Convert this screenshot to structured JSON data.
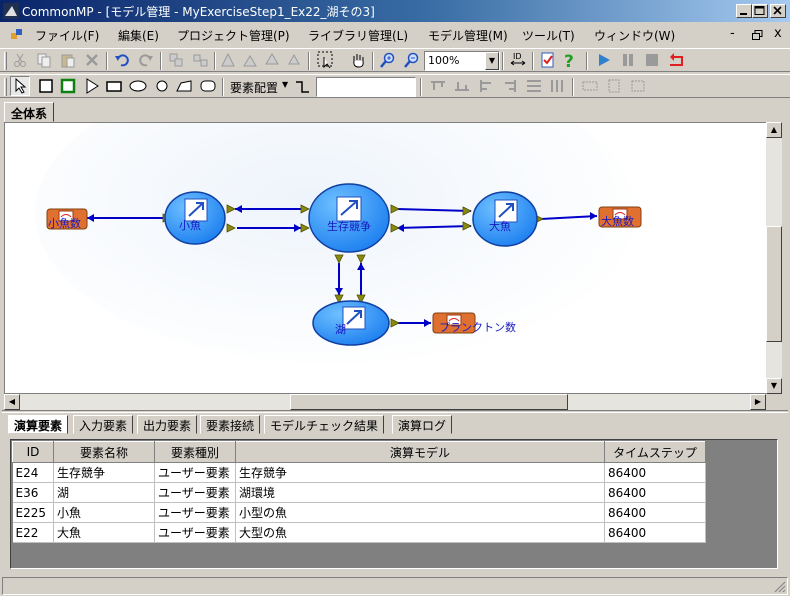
{
  "window": {
    "title": "CommonMP - [モデル管理 - MyExerciseStep1_Ex22_湖その3]",
    "controls": [
      "minimize-icon",
      "maximize-icon",
      "close-icon"
    ]
  },
  "menubar": {
    "items": [
      "ファイル(F)",
      "編集(E)",
      "プロジェクト管理(P)",
      "ライブラリ管理(L)",
      "モデル管理(M)",
      "ツール(T)",
      "ウィンドウ(W)"
    ],
    "mdi_controls": [
      "-",
      "restore-icon",
      "x"
    ]
  },
  "toolbar": {
    "zoom_value": "100%",
    "layout_label": "要素配置",
    "layout_value": ""
  },
  "canvas": {
    "tab_label": "全体系",
    "nodes": [
      {
        "id": "competition",
        "label": "生存競争"
      },
      {
        "id": "small-fish",
        "label": "小魚"
      },
      {
        "id": "big-fish",
        "label": "大魚"
      },
      {
        "id": "lake",
        "label": "湖"
      }
    ],
    "outputs": [
      {
        "id": "small-fish-count",
        "label": "小魚数"
      },
      {
        "id": "big-fish-count",
        "label": "大魚数"
      },
      {
        "id": "plankton-count",
        "label": "プランクトン数"
      }
    ]
  },
  "bottom_tabs": [
    "演算要素",
    "入力要素",
    "出力要素",
    "要素接続",
    "モデルチェック結果",
    "演算ログ"
  ],
  "active_bottom_tab": "演算要素",
  "table": {
    "headers": [
      "ID",
      "要素名称",
      "要素種別",
      "演算モデル",
      "タイムステップ"
    ],
    "rows": [
      [
        "E24",
        "生存競争",
        "ユーザー要素",
        "生存競争",
        "86400"
      ],
      [
        "E36",
        "湖",
        "ユーザー要素",
        "湖環境",
        "86400"
      ],
      [
        "E225",
        "小魚",
        "ユーザー要素",
        "小型の魚",
        "86400"
      ],
      [
        "E22",
        "大魚",
        "ユーザー要素",
        "大型の魚",
        "86400"
      ]
    ]
  },
  "colors": {
    "titlebar": "#0a246a",
    "node_fill": "#1e90ff",
    "node_border": "#1040a0",
    "output_fill": "#e07030",
    "wire": "#0000c8",
    "port": "#808000"
  }
}
